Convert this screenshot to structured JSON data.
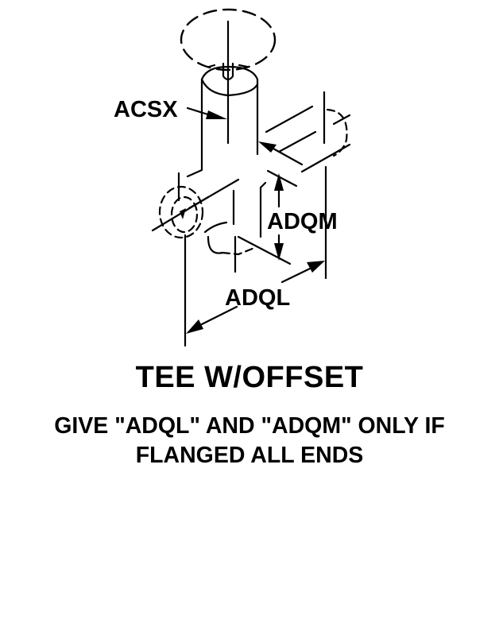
{
  "diagram": {
    "labels": {
      "pipe_size": "ACSX",
      "offset": "ADQM",
      "length": "ADQL"
    },
    "title": "TEE W/OFFSET",
    "note_line1": "GIVE \"ADQL\" AND \"ADQM\" ONLY IF",
    "note_line2": "FLANGED ALL ENDS"
  }
}
